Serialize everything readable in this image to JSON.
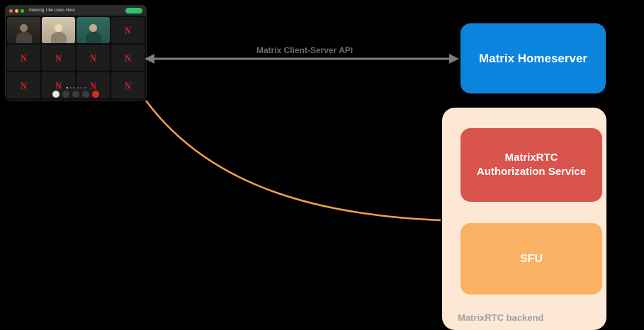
{
  "call_window": {
    "title": "Meeting Title Goes Here",
    "avatar_letter": "N",
    "colors": {
      "accent_red": "#d81f26",
      "join_green": "#2fc56b",
      "titlebar": "#2b2b2b"
    }
  },
  "arrow": {
    "label": "Matrix Client-Server API",
    "color": "#7d7d7d",
    "label_color": "#6d6d6d"
  },
  "homeserver": {
    "label": "Matrix Homeserver",
    "color": "#0b84dd"
  },
  "backend": {
    "label": "MatrixRTC backend",
    "container_color": "#fce8d5",
    "label_color": "#a3a3a3",
    "auth_service": {
      "label": "MatrixRTC Authorization Service",
      "color": "#d9544d"
    },
    "sfu": {
      "label": "SFU",
      "color": "#fab164"
    }
  },
  "connector": {
    "color": "#f7a04b"
  }
}
